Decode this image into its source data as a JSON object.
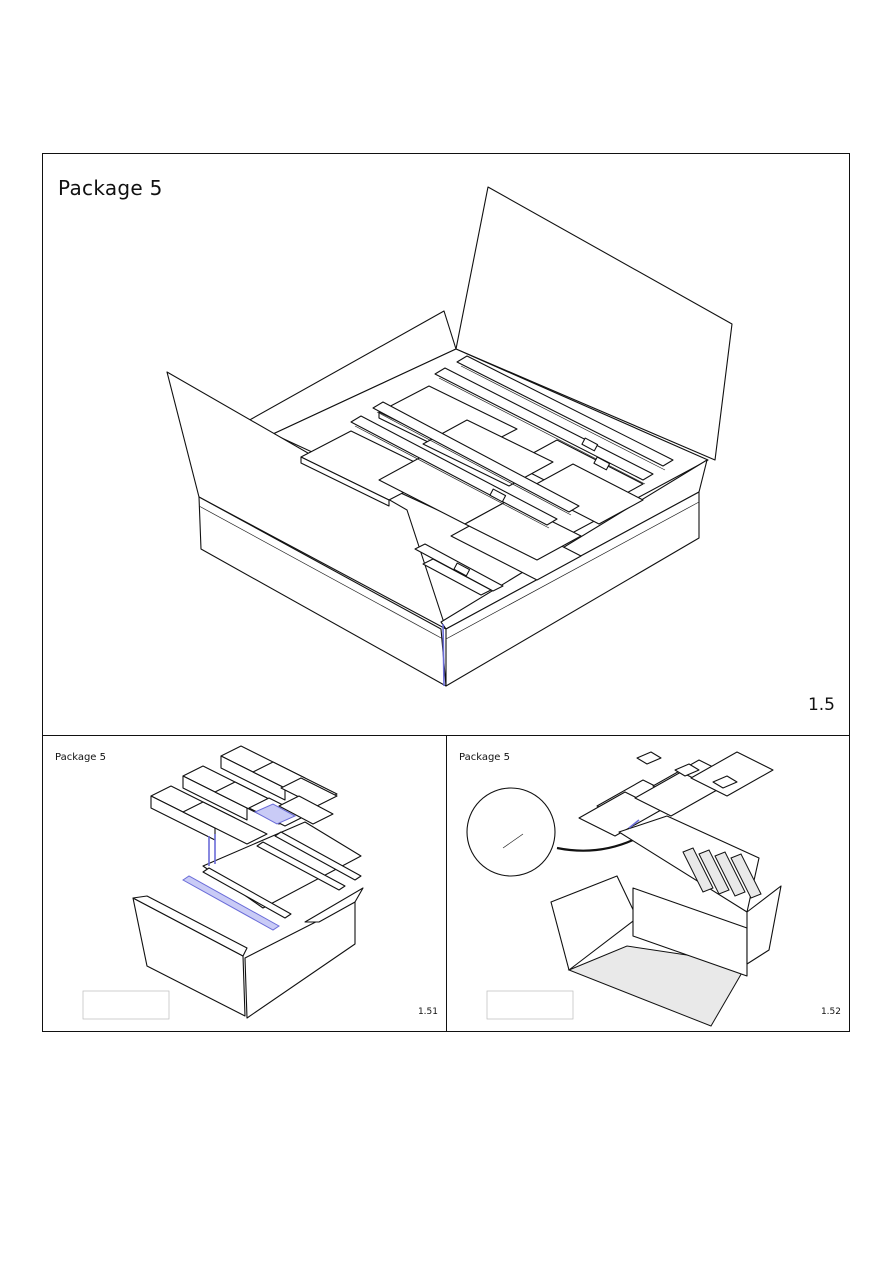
{
  "main": {
    "title": "Package 5",
    "step_number": "1.5"
  },
  "step_left": {
    "title": "Package 5",
    "step_number": "1.51"
  },
  "step_right": {
    "title": "Package 5",
    "step_number": "1.52"
  },
  "colors": {
    "line": "#111111",
    "highlight": "#6a6cd8"
  }
}
